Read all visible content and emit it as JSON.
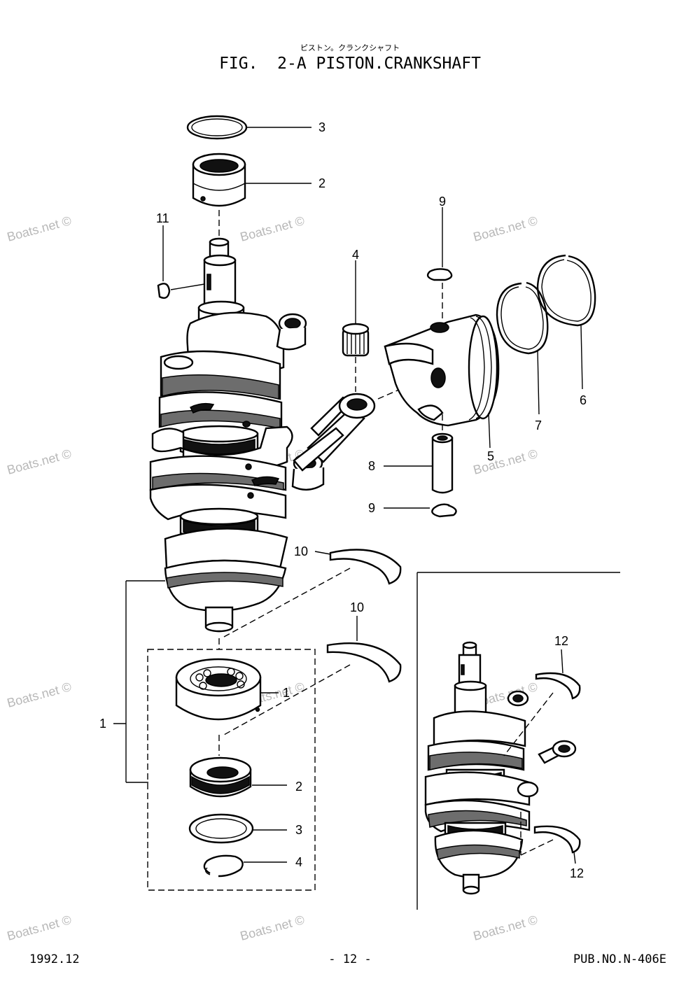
{
  "header": {
    "subtitle_jp": "ピストン。クランクシャフト",
    "title": "FIG.  2-A PISTON.CRANKSHAFT"
  },
  "callouts": {
    "n1": "1",
    "n1b": "1",
    "n2": "2",
    "n2b": "2",
    "n3": "3",
    "n3b": "3",
    "n4": "4",
    "n4b": "4",
    "n5": "5",
    "n6": "6",
    "n7": "7",
    "n8": "8",
    "n9a": "9",
    "n9b": "9",
    "n10a": "10",
    "n10b": "10",
    "n11": "11",
    "n12a": "12",
    "n12b": "12"
  },
  "watermark": "Boats.net ©",
  "footer": {
    "date": "1992.12",
    "page": "- 12 -",
    "pub": "PUB.NO.N-406E"
  }
}
